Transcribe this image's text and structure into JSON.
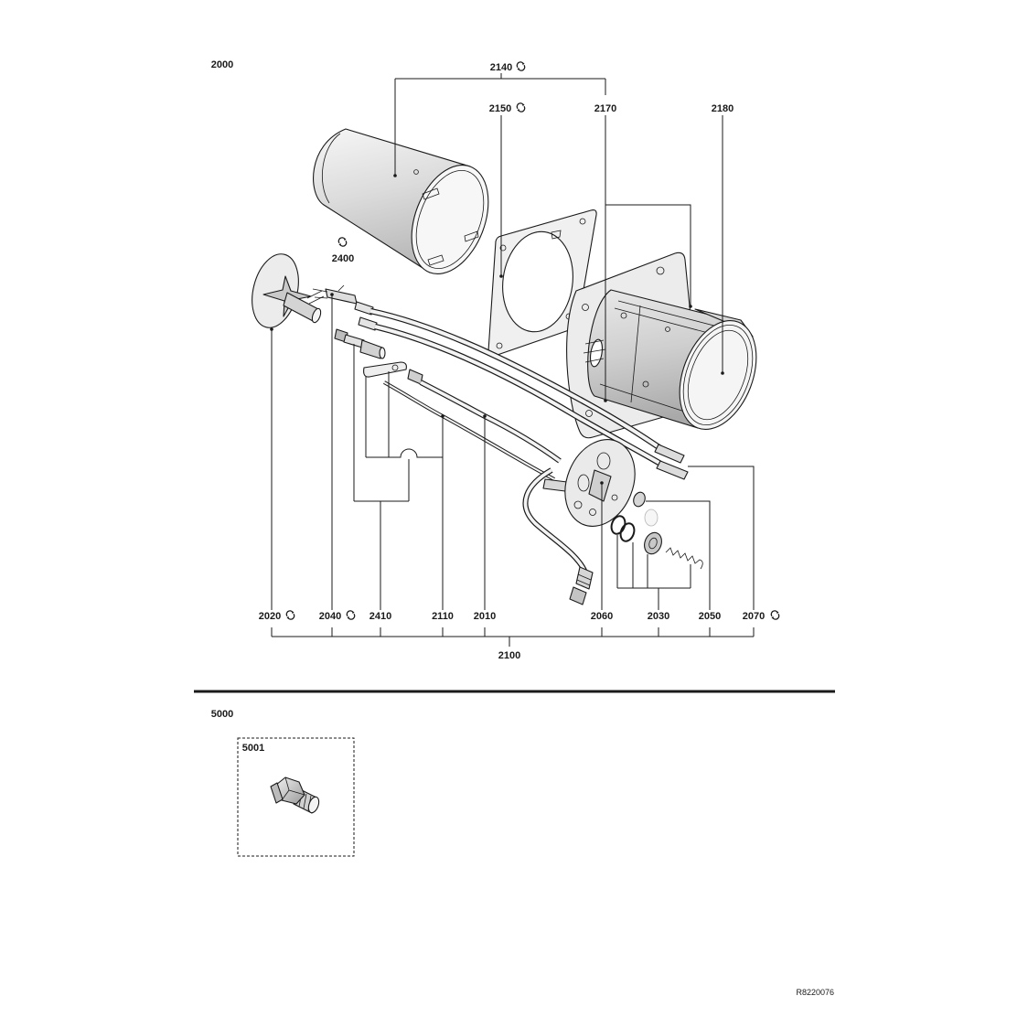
{
  "diagram": {
    "group_main": "2000",
    "group_accessories": "5000",
    "drawing_number": "R8220076"
  },
  "callouts": {
    "c2140": {
      "text": "2140",
      "icon": "exchange-icon"
    },
    "c2150": {
      "text": "2150",
      "icon": "exchange-icon"
    },
    "c2170": {
      "text": "2170"
    },
    "c2180": {
      "text": "2180"
    },
    "c2400": {
      "text": "2400",
      "icon": "exchange-icon"
    },
    "c2020": {
      "text": "2020",
      "icon": "exchange-icon"
    },
    "c2040": {
      "text": "2040",
      "icon": "exchange-icon"
    },
    "c2410": {
      "text": "2410"
    },
    "c2110": {
      "text": "2110"
    },
    "c2010": {
      "text": "2010"
    },
    "c2060": {
      "text": "2060"
    },
    "c2030": {
      "text": "2030"
    },
    "c2050": {
      "text": "2050"
    },
    "c2070": {
      "text": "2070",
      "icon": "exchange-icon"
    },
    "c2100": {
      "text": "2100"
    },
    "c5001": {
      "text": "5001"
    }
  },
  "colors": {
    "line": "#1a1a1a",
    "part_fill": "#e6e6e6",
    "background": "#ffffff"
  }
}
